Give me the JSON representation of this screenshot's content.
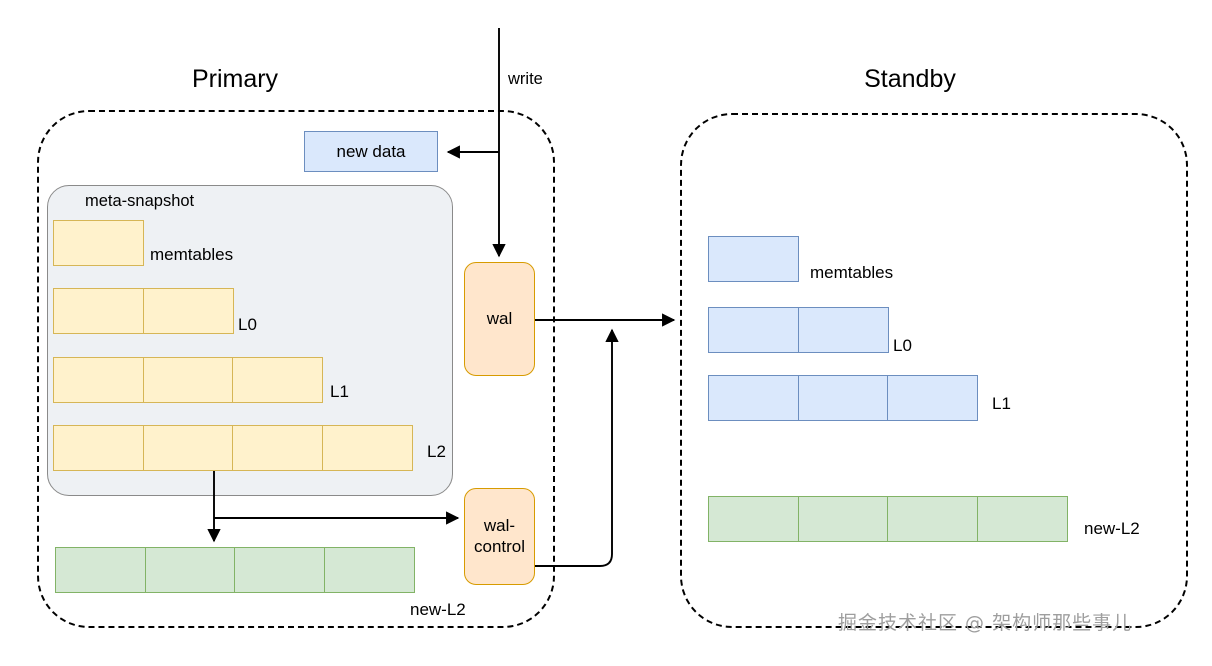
{
  "diagram": {
    "watermark": "掘金技术社区 @ 架构师那些事儿",
    "edges": {
      "write_label": "write"
    }
  },
  "primary": {
    "title": "Primary",
    "new_data_label": "new data",
    "meta_snapshot_label": "meta-snapshot",
    "wal_label": "wal",
    "wal_control_label": "wal-\ncontrol",
    "wal_control_line1": "wal-",
    "wal_control_line2": "control",
    "levels": [
      {
        "label": "memtables",
        "cells": 1,
        "color": "yellow"
      },
      {
        "label": "L0",
        "cells": 2,
        "color": "yellow"
      },
      {
        "label": "L1",
        "cells": 3,
        "color": "yellow"
      },
      {
        "label": "L2",
        "cells": 4,
        "color": "yellow"
      }
    ],
    "new_l2": {
      "label": "new-L2",
      "cells": 4,
      "color": "green"
    }
  },
  "standby": {
    "title": "Standby",
    "levels": [
      {
        "label": "memtables",
        "cells": 1,
        "color": "blue"
      },
      {
        "label": "L0",
        "cells": 2,
        "color": "blue"
      },
      {
        "label": "L1",
        "cells": 3,
        "color": "blue"
      }
    ],
    "new_l2": {
      "label": "new-L2",
      "cells": 4,
      "color": "green"
    }
  },
  "colors": {
    "yellow_fill": "#fff2cc",
    "yellow_stroke": "#d6b656",
    "blue_fill": "#dae8fc",
    "blue_stroke": "#6c8ebf",
    "green_fill": "#d5e8d4",
    "green_stroke": "#82b366",
    "orange_fill": "#ffe6cc",
    "orange_stroke": "#d79b00",
    "snapshot_fill": "#eef1f4",
    "snapshot_stroke": "#8a8a8a",
    "line": "#000000"
  }
}
